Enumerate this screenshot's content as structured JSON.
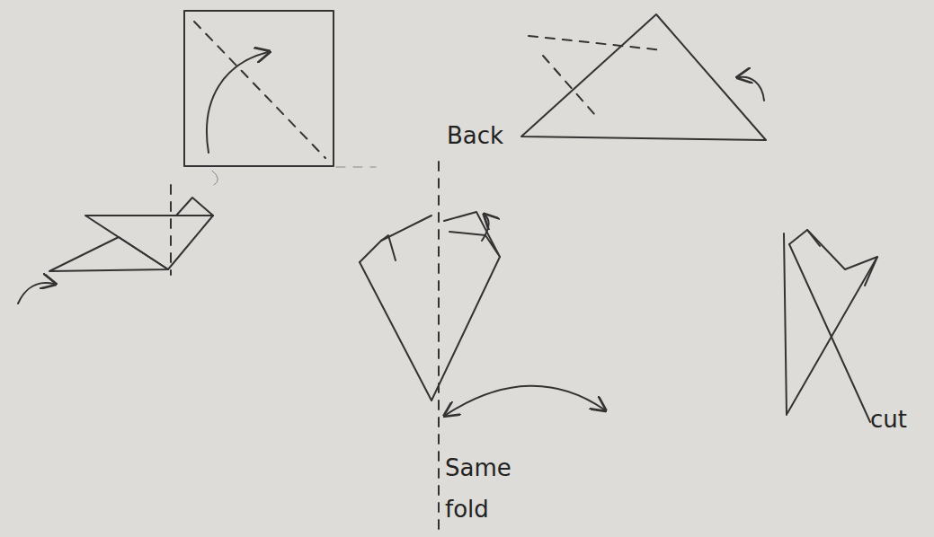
{
  "diagram": {
    "labels": [
      "Back",
      "Same fold",
      "cut"
    ]
  }
}
